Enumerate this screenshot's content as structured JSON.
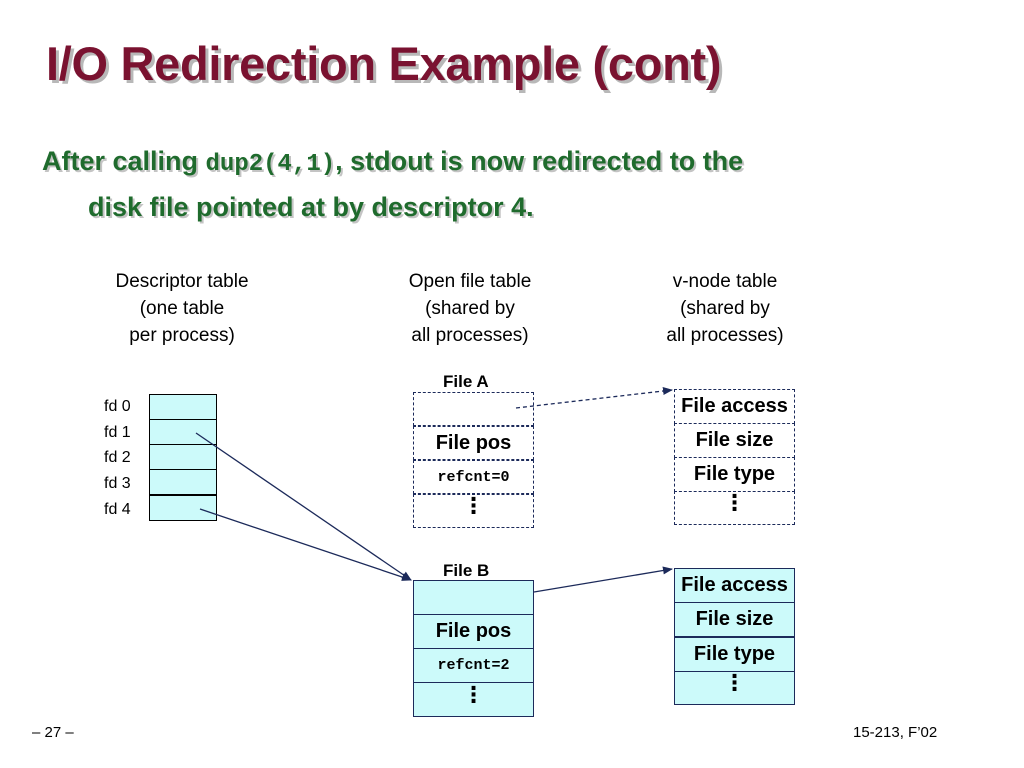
{
  "slide": {
    "title": "I/O Redirection Example (cont)",
    "bullet": {
      "before": "After calling ",
      "code": "dup2(4,1)",
      "after": ", stdout is now redirected to the",
      "line2": "disk file pointed at by descriptor 4."
    },
    "page_number": "– 27 –",
    "course": "15-213, F’02"
  },
  "descriptor_table": {
    "heading": "Descriptor table\n(one table\nper process)",
    "fds": [
      "fd 0",
      "fd 1",
      "fd 2",
      "fd 3",
      "fd 4"
    ]
  },
  "open_file_table": {
    "heading": "Open file table\n(shared by\nall processes)",
    "file_a": {
      "label": "File A",
      "pos": "File pos",
      "refcnt": "refcnt=0",
      "more": "⋮"
    },
    "file_b": {
      "label": "File B",
      "pos": "File pos",
      "refcnt": "refcnt=2",
      "more": "⋮"
    }
  },
  "vnode_table": {
    "heading": "v-node table\n(shared by\nall processes)",
    "vnode_a": {
      "access": "File access",
      "size": "File size",
      "type": "File type",
      "more": "⋮"
    },
    "vnode_b": {
      "access": "File access",
      "size": "File size",
      "type": "File type",
      "more": "⋮"
    }
  },
  "colors": {
    "title": "#7a1230",
    "bullet": "#1f6b2d",
    "cell_fill": "#ccfafa",
    "border": "#1c2a5a"
  }
}
